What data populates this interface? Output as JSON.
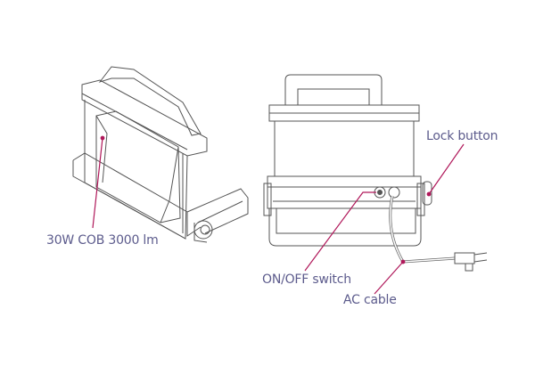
{
  "labels": {
    "cob": "30W COB 3000 lm",
    "lock": "Lock button",
    "switch": "ON/OFF switch",
    "cable": "AC cable"
  },
  "colors": {
    "label": "#5c5b8c",
    "leader": "#b0185a",
    "line": "#555555"
  }
}
